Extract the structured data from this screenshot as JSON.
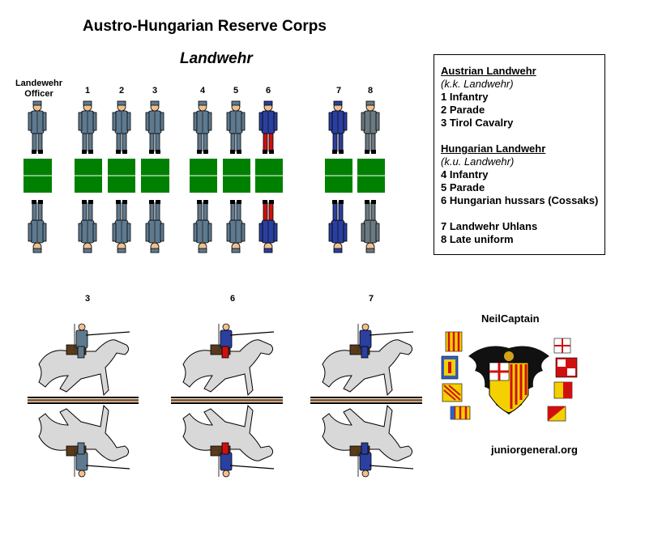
{
  "title": "Austro-Hungarian Reserve Corps",
  "subtitle": "Landwehr",
  "officer_label": "Landewehr Officer",
  "figure_numbers": [
    "1",
    "2",
    "3",
    "4",
    "5",
    "6",
    "7",
    "8"
  ],
  "cavalry_numbers": [
    "3",
    "6",
    "7"
  ],
  "legend": {
    "austrian_header": "Austrian Landwehr",
    "austrian_sub": "(k.k. Landwehr)",
    "austrian_items": [
      "1 Infantry",
      "2 Parade",
      "3 Tirol Cavalry"
    ],
    "hungarian_header": "Hungarian Landwehr",
    "hungarian_sub": "(k.u. Landwehr)",
    "hungarian_items": [
      "4 Infantry",
      "5 Parade",
      "6 Hungarian hussars (Cossaks)"
    ],
    "other_items": [
      "7 Landwehr Uhlans",
      "8 Late uniform"
    ]
  },
  "author": "NeilCaptain",
  "site": "juniorgeneral.org",
  "colors": {
    "base_green": "#008000",
    "uniform_grey_blue": "#5f7a8f",
    "hussar_blue": "#2a3f9e",
    "trouser_red": "#d01010",
    "horse_grey": "#d8d8d8"
  }
}
